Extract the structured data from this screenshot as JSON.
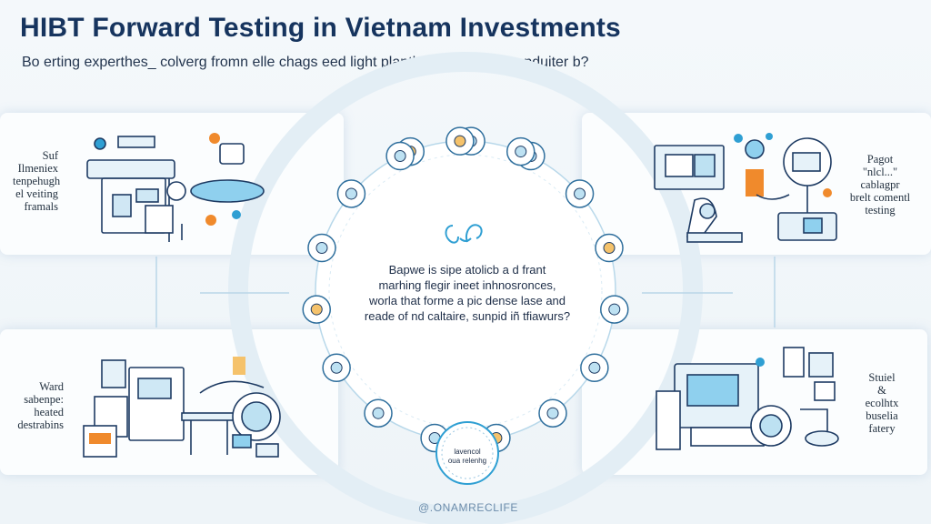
{
  "header": {
    "title": "HIBT Forward Testing in Vietnam Investments",
    "subtitle": "Bo erting experthes_ colverg fromn elle chags eed light planthent in olor do conduiter b?"
  },
  "panels": {
    "top_left": {
      "label": "Suf\nIlmeniex\ntenpehugh\nel veiting\nframals"
    },
    "top_right": {
      "label": "Pagot\n\"nlcl...\"\ncablagpr\nbrelt comentl\ntesting"
    },
    "bottom_left": {
      "label": "Ward\nsabenpe:\nheated\ndestrabins"
    },
    "bottom_right": {
      "label": "Stuiel\n&\necolhtx\nbuselia\nfatery"
    }
  },
  "center": {
    "text": "Bapwe is sipe atolicb a d frant\nmarhing flegir ineet inhnosronces,\nworla that forme a pic dense lase and\nreade of nd caltaire, sunpid iñ tfiawurs?"
  },
  "badge": {
    "text": "lavencol\noua relenhg"
  },
  "footer": {
    "brand": "@.ONAMRECLIFE"
  },
  "icons": [
    "gear-icon",
    "lightbulb-icon",
    "coin-icon",
    "chart-icon",
    "document-icon",
    "globe-icon",
    "building-icon",
    "handshake-icon",
    "rocket-icon",
    "magnifier-icon",
    "clipboard-icon",
    "target-icon",
    "battery-icon",
    "truck-icon",
    "balance-icon",
    "factory-icon",
    "person-icon",
    "monitor-icon"
  ],
  "colors": {
    "accent": "#2f9fd3",
    "dark": "#16345e",
    "orange": "#f08a2c",
    "ring": "#cfe3ef"
  }
}
